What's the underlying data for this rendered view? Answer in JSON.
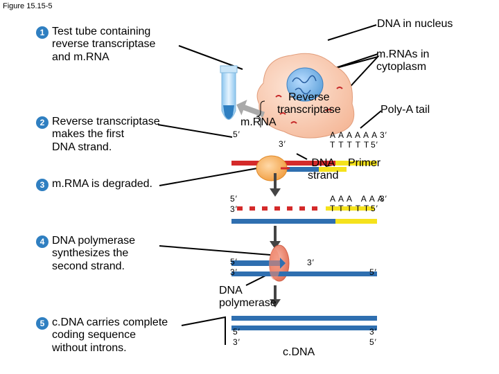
{
  "figure_label": "Figure 15.15-5",
  "steps": [
    {
      "num": "1",
      "text": "Test tube containing\nreverse transcriptase\nand m.RNA"
    },
    {
      "num": "2",
      "text": "Reverse transcriptase\nmakes the first\nDNA strand."
    },
    {
      "num": "3",
      "text": "m.RMA is degraded."
    },
    {
      "num": "4",
      "text": "DNA polymerase\nsynthesizes the\nsecond strand."
    },
    {
      "num": "5",
      "text": "c.DNA carries complete\ncoding sequence\nwithout introns."
    }
  ],
  "labels": {
    "dna_nucleus": "DNA in nucleus",
    "mrnas_cytoplasm": "m.RNAs in\ncytoplasm",
    "reverse_transcriptase": "Reverse\ntranscriptase",
    "poly_a_tail": "Poly-A tail",
    "mrna": "m.RNA",
    "dna_strand": "DNA\nstrand",
    "primer": "Primer",
    "dna_polymerase": "DNA\npolymerase",
    "cdna": "c.DNA"
  },
  "sequences": {
    "s2_polya": "A A A A A A",
    "s2_polyt": "T T T T T",
    "s3_polya": "A A A   A A A",
    "s3_polyt": "T T T T T"
  },
  "ends": {
    "five": "5′",
    "three": "3′"
  },
  "colors": {
    "step_number_bg": "#2f7fc1",
    "mrna_red": "#d42a2a",
    "dna_blue": "#2f6fb0",
    "poly_a_yellow": "#f5e21c",
    "enzyme_orange": "#f5a84a",
    "polymerase_red": "#e8705a"
  }
}
